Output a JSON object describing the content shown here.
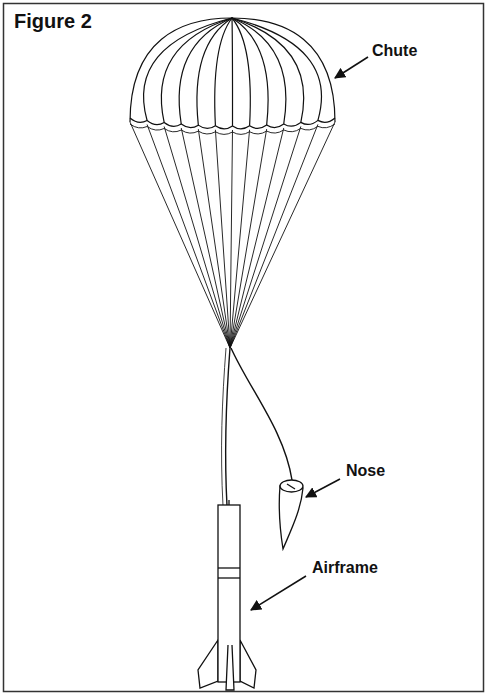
{
  "diagram": {
    "title": "Figure 2",
    "labels": [
      "Chute",
      "Nose",
      "Airframe"
    ]
  }
}
